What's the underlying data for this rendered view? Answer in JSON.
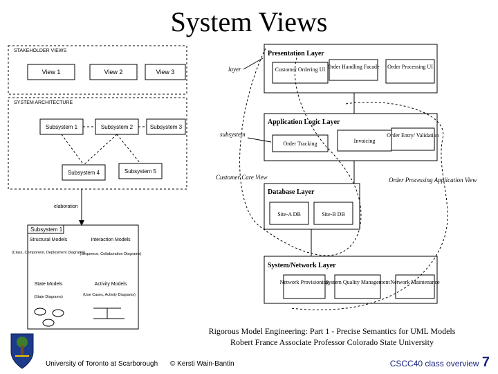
{
  "title": "System Views",
  "left_diagram": {
    "stakeholder_label": "STAKEHOLDER VIEWS",
    "views": [
      "View 1",
      "View 2",
      "View 3"
    ],
    "architecture_label": "SYSTEM ARCHITECTURE",
    "subsystems": [
      "Subsystem 1",
      "Subsystem 2",
      "Subsystem 3",
      "Subsystem 4",
      "Subsystem 5"
    ],
    "elaboration_label": "elaboration",
    "detail_subsystem": "Subsystem 1",
    "structural": "Structural Models",
    "structural_sub": "(Class, Component, Deployment Diagrams)",
    "interaction": "Interaction Models",
    "interaction_sub": "(Sequence, Collaboration Diagrams)",
    "state": "State Models",
    "state_sub": "(State Diagrams)",
    "activity": "Activity Models",
    "activity_sub": "(Use Cases, Activity Diagrams)"
  },
  "right_diagram": {
    "presentation_layer": "Presentation Layer",
    "customer_ordering_ui": "Customer Ordering UI",
    "order_handling_facade": "Order Handling Facade",
    "order_processing_ui": "Order Processing UI",
    "application_logic_layer": "Application Logic Layer",
    "order_tracking": "Order Tracking",
    "invoicing": "Invoicing",
    "order_entry_validation": "Order Entry/ Validation",
    "database_layer": "Database Layer",
    "site_a_db": "Site-A DB",
    "site_b_db": "Site-B DB",
    "system_network_layer": "System/Network Layer",
    "network_provisioning": "Network Provisioning",
    "system_quality_management": "System Quality Management",
    "network_maintenance": "Network Maintenance",
    "layer_label": "layer",
    "subsystem_label": "subsystem",
    "customer_care_view": "Customer Care View",
    "order_processing_application_view": "Order Processing Application View"
  },
  "caption": {
    "line1": "Rigorous Model Engineering: Part 1 - Precise Semantics for UML Models",
    "line2": "Robert France  Associate Professor   Colorado State University"
  },
  "footer": {
    "university": "University of Toronto at Scarborough",
    "copyright": "© Kersti Wain-Bantin",
    "course": "CSCC40  class overview",
    "page": "7"
  }
}
